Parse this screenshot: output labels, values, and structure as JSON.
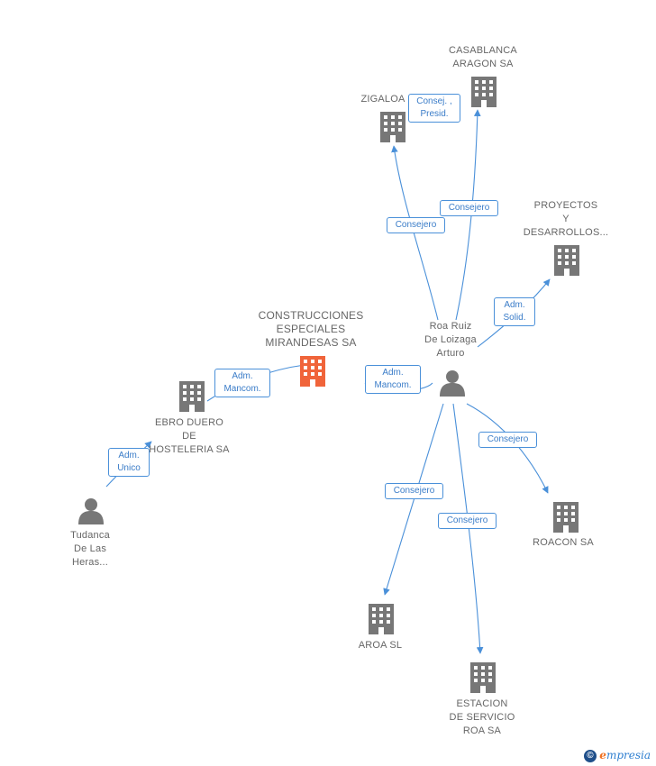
{
  "nodes": {
    "casablanca": {
      "label": "CASABLANCA\nARAGON SA",
      "icon": "building-icon"
    },
    "zigaloa": {
      "label": "ZIGALOA",
      "icon": "building-icon"
    },
    "proyectos": {
      "label": "PROYECTOS\nY\nDESARROLLOS...",
      "icon": "building-icon"
    },
    "roa": {
      "label": "Roa Ruiz\nDe Loizaga\nArturo",
      "icon": "person-icon"
    },
    "construcciones": {
      "label": "CONSTRUCCIONES\nESPECIALES\nMIRANDESAS SA",
      "icon": "building-icon"
    },
    "ebro": {
      "label": "EBRO DUERO\nDE\nHOSTELERIA SA",
      "icon": "building-icon"
    },
    "tudanca": {
      "label": "Tudanca\nDe Las\nHeras...",
      "icon": "person-icon"
    },
    "roacon": {
      "label": "ROACON SA",
      "icon": "building-icon"
    },
    "aroa": {
      "label": "AROA SL",
      "icon": "building-icon"
    },
    "estacion": {
      "label": "ESTACION\nDE SERVICIO\nROA SA",
      "icon": "building-icon"
    }
  },
  "edges": {
    "zigaloa_presid": "Consej. ,\nPresid.",
    "zigaloa_consejero": "Consejero",
    "casablanca_consejero": "Consejero",
    "proyectos_adm": "Adm.\nSolid.",
    "construcciones_roa": "Adm.\nMancom.",
    "construcciones_tudanca": "Adm.\nMancom.",
    "ebro_tudanca": "Adm.\nUnico",
    "roacon_consejero": "Consejero",
    "aroa_consejero": "Consejero",
    "estacion_consejero": "Consejero"
  },
  "colors": {
    "edge": "#4a90d9",
    "node_icon": "#777777",
    "focus_icon": "#f0643a"
  },
  "brand": {
    "symbol": "©",
    "initial": "e",
    "rest": "mpresia"
  }
}
